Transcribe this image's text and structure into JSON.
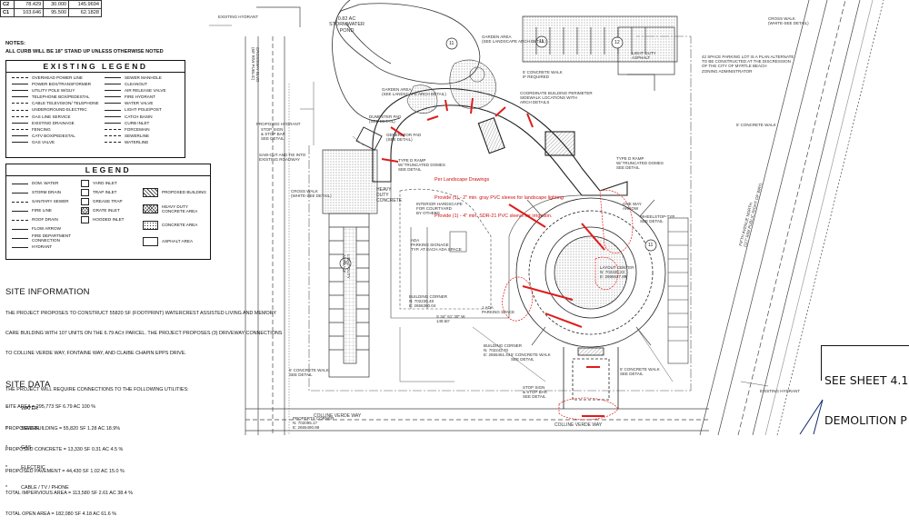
{
  "coordinate_table": [
    {
      "id": "C2",
      "a": "78.429",
      "b": "30.000",
      "c": "145.9694"
    },
    {
      "id": "C1",
      "a": "103.646",
      "b": "95.500",
      "c": "62.1828"
    }
  ],
  "notes": {
    "heading": "NOTES:",
    "line": "ALL CURB WILL BE 18\" STAND UP UNLESS OTHERWISE NOTED"
  },
  "existing_legend": {
    "title": "EXISTING LEGEND",
    "left_items": [
      "OVERHEAD POWER LINE",
      "POWER BOX/TRANSFORMER",
      "UTILITY POLE W/GUY",
      "TELEPHONE BOX/PEDESTAL",
      "CABLE TELEVISION/ TELEPHONE",
      "UNDERGROUND ELECTRIC",
      "GAS LINE SERVICE",
      "EXISTING DRAINAGE",
      "FENCING",
      "CATV BOX/PEDESTAL",
      "GAS VALVE"
    ],
    "right_items": [
      "SEWER MANHOLE",
      "CLEANOUT",
      "AIR RELEASE VALVE",
      "FIRE HYDRANT",
      "WATER VALVE",
      "LIGHT POLE/POST",
      "CATCH BASIN",
      "CURB INLET",
      "FORCEMAIN",
      "SEWERLINE",
      "WATERLINE"
    ]
  },
  "legend": {
    "title": "LEGEND",
    "left_items": [
      "DOM. WATER",
      "STORM DRAIN",
      "SANITARY SEWER",
      "FIRE LINE",
      "ROOF DRAIN",
      "FLOW ARROW",
      "FIRE DEPARTMENT CONNECTION",
      "HYDRANT"
    ],
    "mid_items": [
      "YARD INLET",
      "TRAP INLET",
      "GREASE TRAP",
      "GRATE INLET",
      "HOODED INLET"
    ],
    "right_items": [
      "PROPOSED BUILDING",
      "HEAVY DUTY CONCRETE AREA",
      "CONCRETE AREA",
      "ASPHALT AREA"
    ]
  },
  "site_information": {
    "title": "SITE INFORMATION",
    "lines": [
      "THE PROJECT PROPOSES TO CONSTRUCT 55820 SF (FOOTPRINT) WATERCREST ASSISTED LIVING AND MEMORY",
      "CARE BUILDING WITH 107 UNITS ON THE 6.79 AC± PARCEL. THE PROJECT PROPOSES (3) DRIVEWAY CONNECTIONS",
      "TO COLLINE VERDE WAY, FONTAINE WAY, AND CLAIBE CHAPIN EPPS DRIVE."
    ],
    "utilities_intro": "THE PROJECT WILL REQUIRE CONNECTIONS TO THE FOLLOWING UTILITIES:",
    "utilities": [
      "WATER",
      "SEWER",
      "GAS",
      "ELECTRIC",
      "CABLE / TV / PHONE"
    ]
  },
  "site_data": {
    "title": "SITE DATA",
    "lines": [
      "SITE AREA = 295,773 SF 6.79 AC 100 %",
      "PROPOSED BUILDING = 55,820 SF 1.28 AC 18.9%",
      "PROPOSED CONCRETE = 13,330 SF 0.31 AC 4.5 %",
      "PROPOSED PAVEMENT = 44,430 SF 1.02 AC 15.0 %",
      "TOTAL IMPERVIOUS AREA = 113,580 SF 2.61 AC 38.4 %",
      "TOTAL OPEN AREA = 182,080 SF 4.18 AC 61.6 %"
    ]
  },
  "see_sheet": [
    "SEE SHEET 4.1",
    "DEMOLITION P"
  ],
  "red_note": [
    "Per Landscape Drawings",
    "Provide (1) - 2\" min. gray PVC sleeve for landscape lighting",
    "Provide (1) - 4\" min. SDR-21 PVC sleeve for irrigation."
  ],
  "plan_labels": {
    "pond": "0.82 AC\nSTORMWATER\nPOND",
    "existing_hydrant_top": "EXISTING HYDRANT",
    "existing_hydrant_right": "EXISTING HYDRANT",
    "garden_area": "GARDEN AREA\n(SEE LANDSCAPE ARCH DETAIL)",
    "garden_area_2": "GARDEN AREA\n(SEE LANDSCAPE ARCH DETAIL)",
    "dumpster": "DUMPSTER PAD\n(SEE DETAIL)",
    "generator": "GENERATOR PAD\n(SEE DETAIL)",
    "coordinate_perimeter": "COORDINATE BUILDING PERIMETER\nSIDEWALK LOCATIONS WITH\nARCH DETAILS",
    "concrete_walk_top": "5' CONCRETE WALK\nIF REQUIRED",
    "crosswalk_top": "CROSS WALK\n(WHITE-SEE DETAIL)",
    "crosswalk_left": "CROSS WALK\n(WHITE-SEE DETAIL)",
    "type_d_ramp_1": "TYPE D RAMP\nW/ TRUNCATED DOMES\nSEE DETAIL",
    "type_d_ramp_2": "TYPE D RAMP\nW/ TRUNCATED DOMES\nSEE DETAIL",
    "heavy_duty": "HEAVY\nDUTY\nCONCRETE",
    "interior_hardscape": "INTERIOR HARDSCAPE\nFOR COURTYARD\nBY OTHERS",
    "light_duty_asphalt": "LIGHT-DUTY\nASPHALT",
    "light_duty_asphalt_2": "LIGHT DUTY\nASPHALT",
    "ada_parking": "ADA\nPARKING SIGNAGE\nTYP. AT EACH ADA SPACE",
    "one_ada": "1 ADA\nPARKING SPACE",
    "building_corner_1": "BUILDING CORNER\nN: 702235.48\nE: 2655360.04",
    "building_corner_2": "BUILDING CORNER\nN: 702242.70\nE: 2655461.44",
    "bearing": "S 34° 51' 30\" W\n149.50'",
    "layout_center": "LAYOUT CENTER\nN: 702435.23\nE: 2655627.89",
    "wheelstop": "WHEELSTOP-TYP.\nSEE DETAIL",
    "one_way": "ONE WAY\nARROW",
    "stop_sign_1": "STOP SIGN\n& STOP BAR\nSEE DETAIL",
    "stop_sign_2": "STOP SIGN\n& STOP BAR\nSEE DETAIL",
    "concrete_walk_1": "5' CONCRETE WALK\nSEE DETAIL",
    "concrete_walk_2": "5' CONCRETE WALK\nSEE DETAIL",
    "concrete_walk_3": "5' CONCRETE WALK\nSEE DETAIL",
    "concrete_walk_4": "5' CONCRETE WALK",
    "fifth_ave": "FIFTH AVENUE NORTH\n(117' R/W PUBLIC RIGHT OF WAY)",
    "road_left": "CROSSWAY BLVD\n(60' R/W PUBLIC)",
    "colline": "COLLINE VERDE WAY",
    "colline_2": "COLLINE VERDE WAY",
    "property_corner": "PROPERTY CORNER\nN: 702095.17\nE: 2655490.88",
    "space_planning": "42 SPACE PARKING LOT IS A PLAN ALTERNATE\nTO BE CONSTRUCTED AT THE DISCRESSION\nOF THE CITY OF MYRTLE BEACH\nZONING ADMINISTRATOR",
    "saw_cut": "SAW-CUT AND TIE INTO\nEXISTING ROADWAY",
    "proposed_hydrant": "PROPOSED HYDRANT"
  },
  "parking_numbers": [
    "11",
    "11",
    "12",
    "11",
    "16"
  ]
}
